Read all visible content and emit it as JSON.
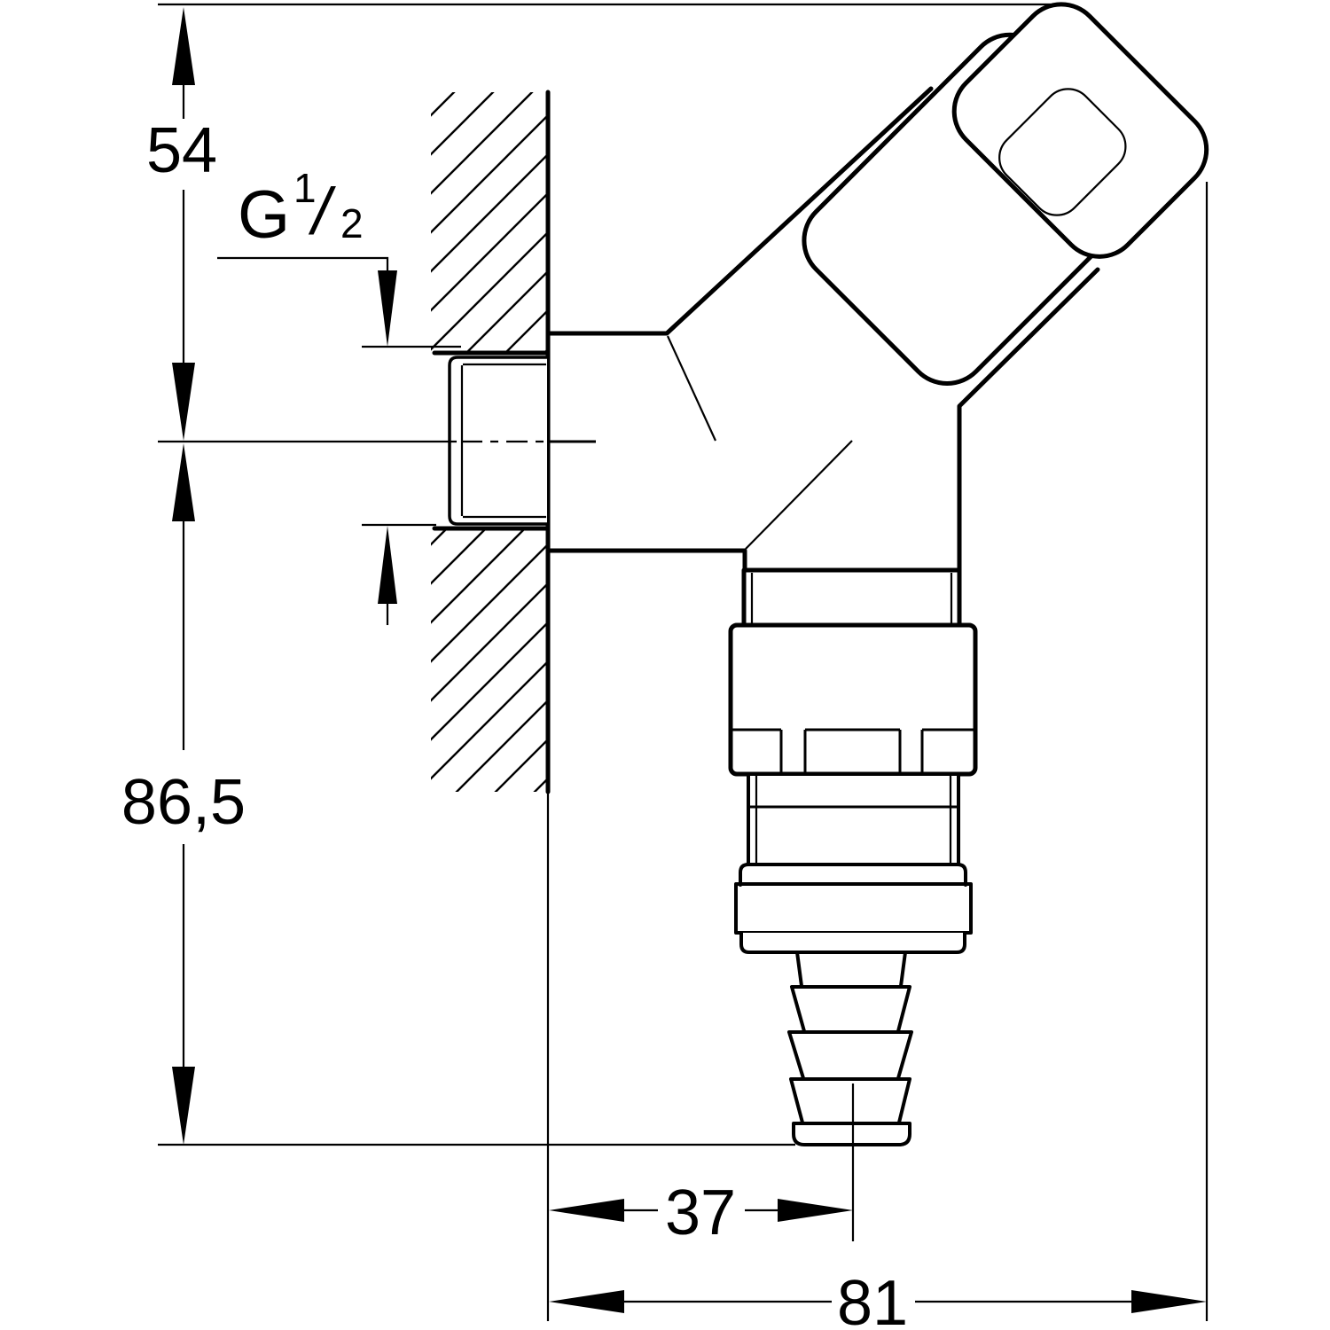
{
  "drawing": {
    "kind": "technical-dimension-drawing",
    "subject": "wall-mounted-outlet-valve-side-view",
    "paper_color": "#ffffff",
    "ink_color": "#000000",
    "labels": {
      "height_axis_to_top": "54",
      "height_axis_to_spout": "86,5",
      "thread_prefix": "G",
      "thread_numerator": "1",
      "thread_slash": "/",
      "thread_denominator": "2",
      "wall_to_spout_axis": "37",
      "wall_to_handle_depth": "81"
    }
  }
}
